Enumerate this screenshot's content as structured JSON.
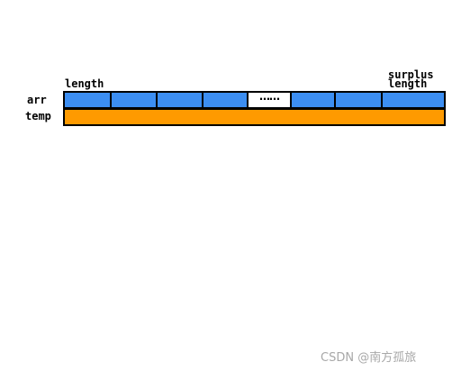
{
  "labels": {
    "length": "length",
    "surplus_line1": "surplus",
    "surplus_line2": "length",
    "arr": "arr",
    "temp": "temp",
    "ellipsis": "……"
  },
  "colors": {
    "arr_cell": "#3c8ef2",
    "temp_fill": "#fe9a00",
    "border": "#000000"
  },
  "watermark": "CSDN @南方孤旅"
}
